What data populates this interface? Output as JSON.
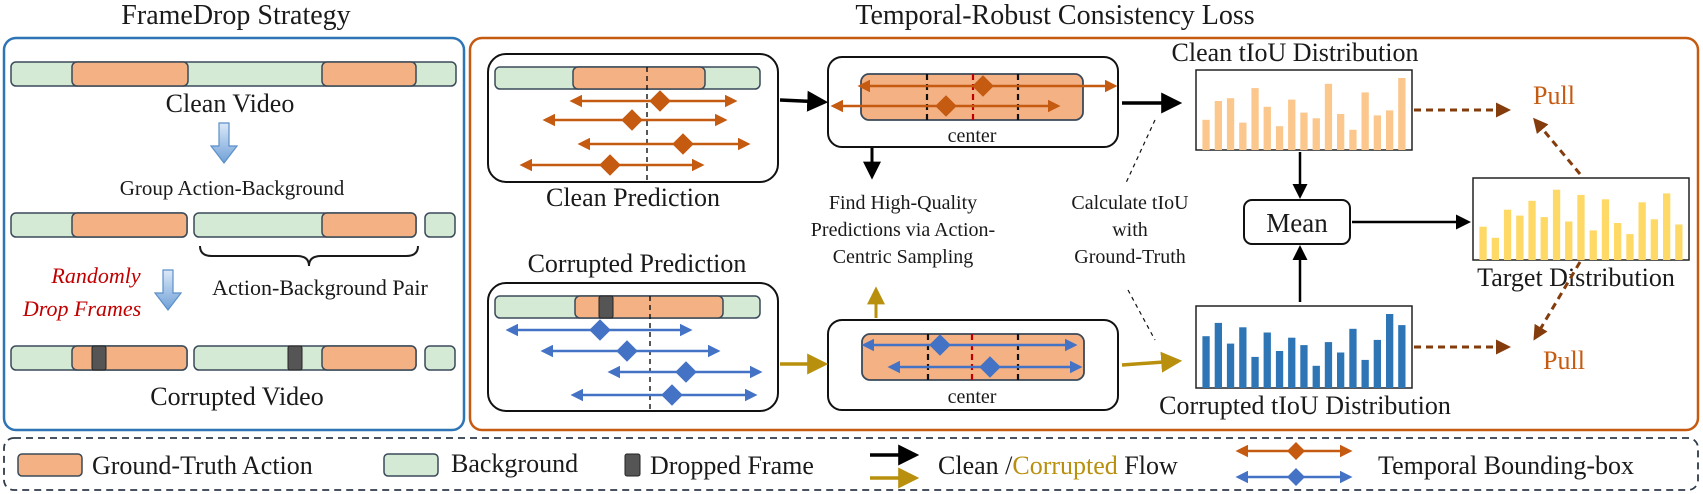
{
  "framedrop": {
    "title": "FrameDrop Strategy",
    "clean_video": "Clean Video",
    "group_step": "Group Action-Background",
    "pair_label": "Action-Background Pair",
    "drop_line1": "Randomly",
    "drop_line2": "Drop Frames",
    "corrupted_video": "Corrupted Video"
  },
  "consistency": {
    "title": "Temporal-Robust Consistency Loss",
    "clean_prediction": "Clean Prediction",
    "corrupted_prediction": "Corrupted Prediction",
    "center_top": "center",
    "center_bottom": "center",
    "find_line1": "Find High-Quality",
    "find_line2": "Predictions via Action-",
    "find_line3": "Centric Sampling",
    "calc_line1": "Calculate tIoU",
    "calc_line2": "with",
    "calc_line3": "Ground-Truth",
    "clean_dist_title": "Clean tIoU Distribution",
    "corrupted_dist_title": "Corrupted tIoU Distribution",
    "mean": "Mean",
    "target_dist_title": "Target Distribution",
    "pull_top": "Pull",
    "pull_bottom": "Pull",
    "clean_dist_values": [
      0.42,
      0.68,
      0.72,
      0.38,
      0.86,
      0.6,
      0.33,
      0.7,
      0.52,
      0.44,
      0.92,
      0.5,
      0.28,
      0.8,
      0.48,
      0.55,
      1.0
    ],
    "corrupted_dist_values": [
      0.7,
      0.88,
      0.6,
      0.82,
      0.42,
      0.75,
      0.5,
      0.68,
      0.58,
      0.3,
      0.62,
      0.48,
      0.8,
      0.38,
      0.65,
      1.0,
      0.85
    ],
    "target_dist_values": [
      0.45,
      0.3,
      0.68,
      0.6,
      0.8,
      0.58,
      0.95,
      0.52,
      0.88,
      0.4,
      0.82,
      0.5,
      0.35,
      0.78,
      0.55,
      0.9,
      0.48
    ]
  },
  "legend": {
    "gt_action": "Ground-Truth Action",
    "background": "Background",
    "dropped_frame": "Dropped Frame",
    "flow_clean": "Clean /",
    "flow_corrupted": "Corrupted",
    "flow_suffix": " Flow",
    "bbox": "Temporal Bounding-box"
  },
  "colors": {
    "background_segment": "#d5ead4",
    "action_segment": "#f4b183",
    "dropped_frame": "#555555",
    "orange_arrow": "#c55a11",
    "blue_arrow": "#4472c4",
    "corrupted_flow": "#b8900d",
    "clean_bar": "#fbc78d",
    "corrupted_bar": "#2e75b6",
    "target_bar": "#ffd966",
    "framedrop_border": "#2e75b6",
    "consistency_border": "#c55a11",
    "pull_arrow": "#843c0c",
    "drop_text": "#c00000"
  }
}
